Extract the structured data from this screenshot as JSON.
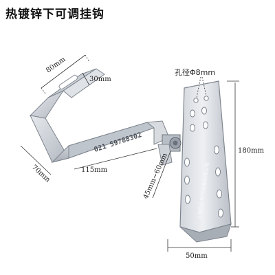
{
  "title": "热镀锌下可调挂钩",
  "product_stamp": "021  59788302",
  "embossed_text": "上海劲企电气设备有限公司",
  "annotations": {
    "hook_width": "80mm",
    "hook_lip": "30mm",
    "hook_drop": "70mm",
    "arm_length": "115mm",
    "adjust_range": "45mm~60mm",
    "plate_height": "180mm",
    "plate_width": "50mm",
    "hole_diameter": "孔径Φ8mm"
  },
  "colors": {
    "metal_light": "#e9ecf0",
    "metal_mid": "#c3c8cf",
    "metal_dark": "#8d939b",
    "dim_line": "#333333"
  }
}
